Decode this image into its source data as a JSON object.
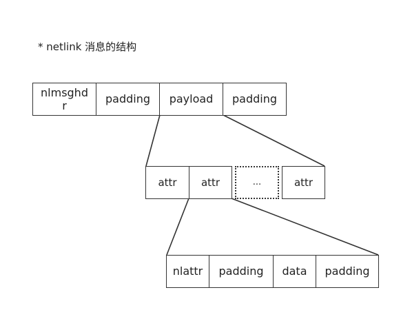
{
  "title": "* netlink 消息的结构",
  "message": {
    "cells": [
      "nlmsghdr",
      "padding",
      "payload",
      "padding"
    ]
  },
  "payload": {
    "cells": [
      "attr",
      "attr",
      "...",
      "attr"
    ]
  },
  "attribute": {
    "cells": [
      "nlattr",
      "padding",
      "data",
      "padding"
    ]
  },
  "colors": {
    "stroke": "#333333",
    "text": "#222222",
    "background": "#ffffff"
  }
}
